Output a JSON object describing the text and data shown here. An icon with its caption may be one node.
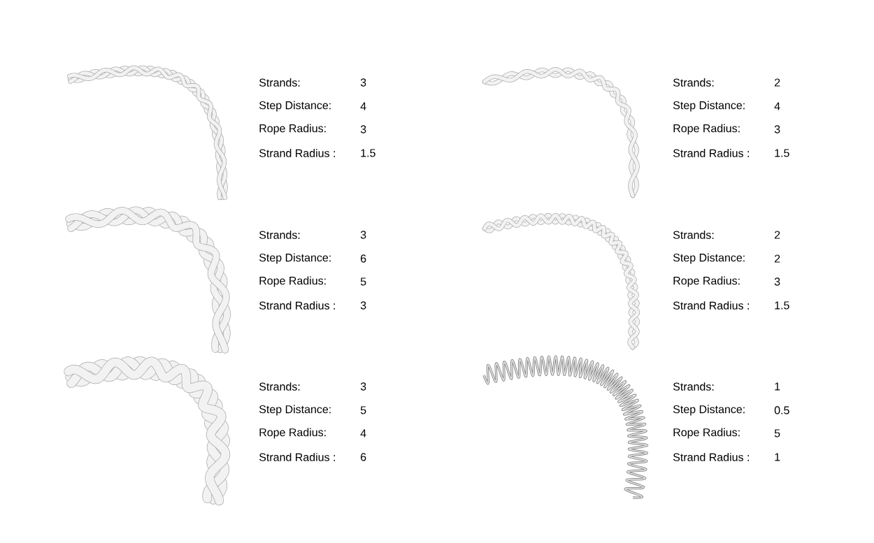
{
  "diagram": {
    "labels": [
      "Strands:",
      "3",
      "Step Distance:",
      "4",
      "Rope Radius:",
      "3",
      "Strand Radius :",
      "1.5",
      "Strands:",
      "2",
      "Step Distance:",
      "4",
      "Rope Radius:",
      "3",
      "Strand Radius :",
      "1.5",
      "Strands:",
      "3",
      "Step Distance:",
      "6",
      "Rope Radius:",
      "5",
      "Strand Radius :",
      "3",
      "Strands:",
      "2",
      "Step Distance:",
      "2",
      "Rope Radius:",
      "3",
      "Strand Radius :",
      "1.5",
      "Strands:",
      "3",
      "Step Distance:",
      "5",
      "Rope Radius:",
      "4",
      "Strand Radius :",
      "6",
      "Strands:",
      "1",
      "Step Distance:",
      "0.5",
      "Rope Radius:",
      "5",
      "Strand Radius :",
      "1"
    ]
  }
}
